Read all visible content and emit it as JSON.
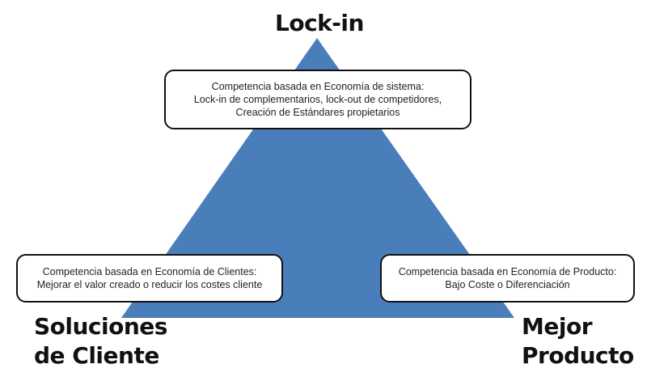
{
  "colors": {
    "triangle_fill": "#4a7ebb",
    "box_border": "#111111",
    "box_fill": "#ffffff",
    "text": "#222222"
  },
  "vertices": {
    "top": {
      "label": "Lock-in"
    },
    "left": {
      "label_line1": "Soluciones",
      "label_line2": "de Cliente"
    },
    "right": {
      "label_line1": "Mejor",
      "label_line2": "Producto"
    }
  },
  "boxes": {
    "top": {
      "line1": "Competencia basada en Economía de sistema:",
      "line2": "Lock-in de complementarios, lock-out  de competidores,",
      "line3": "Creación de Estándares propietarios"
    },
    "left": {
      "line1": "Competencia basada en Economía de Clientes:",
      "line2": "Mejorar el valor creado o reducir los costes cliente"
    },
    "right": {
      "line1": "Competencia basada en Economía de Producto:",
      "line2": "Bajo Coste o Diferenciación"
    }
  }
}
